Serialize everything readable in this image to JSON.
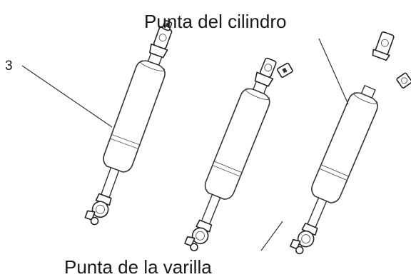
{
  "labels": {
    "cylinder_tip": "Punta del cilindro",
    "rod_tip": "Punta de la varilla",
    "part_number": "3"
  },
  "colors": {
    "line": "#333333",
    "background": "#ffffff"
  },
  "icons": [
    "gas-strut-icon",
    "ball-joint-fitting-icon",
    "clip-fitting-icon"
  ]
}
